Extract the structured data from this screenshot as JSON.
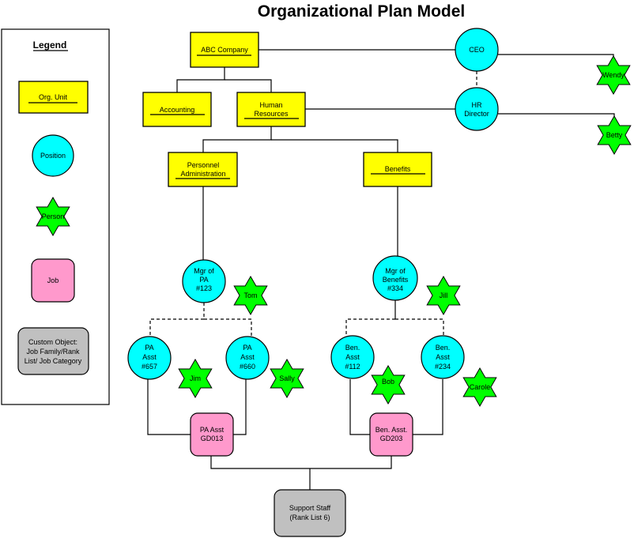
{
  "title": "Organizational Plan Model",
  "colors": {
    "org_unit": "#ffff00",
    "position": "#00ffff",
    "person": "#00ff00",
    "job": "#ff99cc",
    "custom_object": "#c0c0c0"
  },
  "legend": {
    "title": "Legend",
    "org_unit": "Org. Unit",
    "position": "Position",
    "person": "Person",
    "job": "Job",
    "custom": [
      "Custom Object:",
      "Job Family/Rank",
      "List/ Job Category"
    ]
  },
  "org_units": {
    "abc": "ABC Company",
    "accounting": "Accounting",
    "hr": [
      "Human",
      "Resources"
    ],
    "pa": [
      "Personnel",
      "Administration"
    ],
    "benefits": "Benefits"
  },
  "positions": {
    "ceo": "CEO",
    "hr_director": [
      "HR",
      "Director"
    ],
    "mgr_pa": [
      "Mgr  of",
      "PA",
      "#123"
    ],
    "mgr_benefits": [
      "Mgr of",
      "Benefits",
      "#334"
    ],
    "pa_657": [
      "PA",
      "Asst",
      "#657"
    ],
    "pa_660": [
      "PA",
      "Asst",
      "#660"
    ],
    "ben_112": [
      "Ben.",
      "Asst",
      "#112"
    ],
    "ben_234": [
      "Ben.",
      "Asst",
      "#234"
    ]
  },
  "persons": {
    "wendy": "Wendy",
    "betty": "Betty",
    "tom": "Tom",
    "jill": "Jill",
    "jim": "Jim",
    "sally": "Sally",
    "bob": "Bob",
    "carole": "Carole"
  },
  "jobs": {
    "pa_asst": [
      "PA Asst",
      "GD013"
    ],
    "ben_asst": [
      "Ben. Asst.",
      "GD203"
    ]
  },
  "custom_objects": {
    "support_staff": [
      "Support Staff",
      "(Rank List 6)"
    ]
  }
}
